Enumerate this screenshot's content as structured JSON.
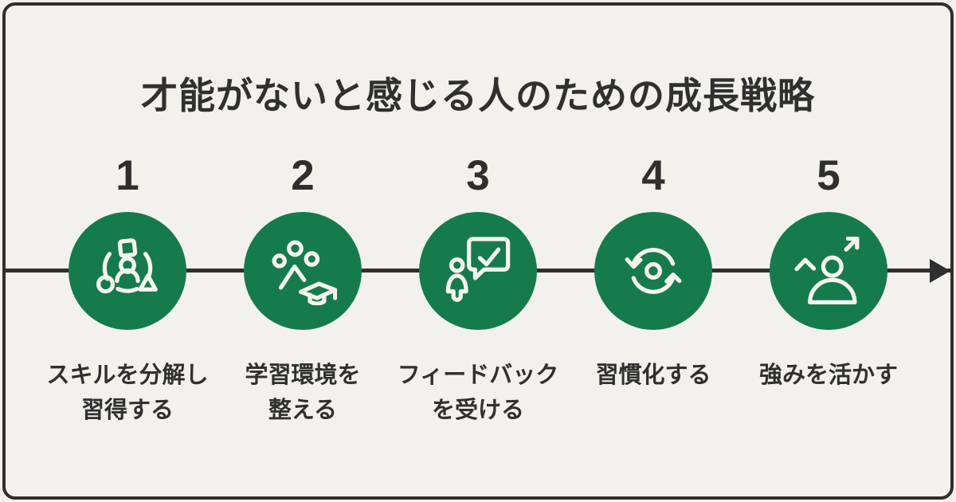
{
  "title": "才能がないと感じる人のための成長戦略",
  "colors": {
    "background": "#F3F1EB",
    "frame_border": "#2F2F2F",
    "accent_green": "#157B4D",
    "text_dark": "#303030",
    "icon_stroke": "#F5F4EE"
  },
  "timeline": {
    "direction": "left-to-right",
    "arrow_icon": "arrow-right-icon",
    "steps": [
      {
        "number": "1",
        "icon": "skill-breakdown-icon",
        "label_lines": [
          "スキルを分解し",
          "習得する"
        ]
      },
      {
        "number": "2",
        "icon": "learning-environment-icon",
        "label_lines": [
          "学習環境を",
          "整える"
        ]
      },
      {
        "number": "3",
        "icon": "feedback-icon",
        "label_lines": [
          "フィードバック",
          "を受ける"
        ]
      },
      {
        "number": "4",
        "icon": "habit-icon",
        "label_lines": [
          "習慣化する"
        ]
      },
      {
        "number": "5",
        "icon": "strengths-icon",
        "label_lines": [
          "強みを活かす"
        ]
      }
    ]
  }
}
